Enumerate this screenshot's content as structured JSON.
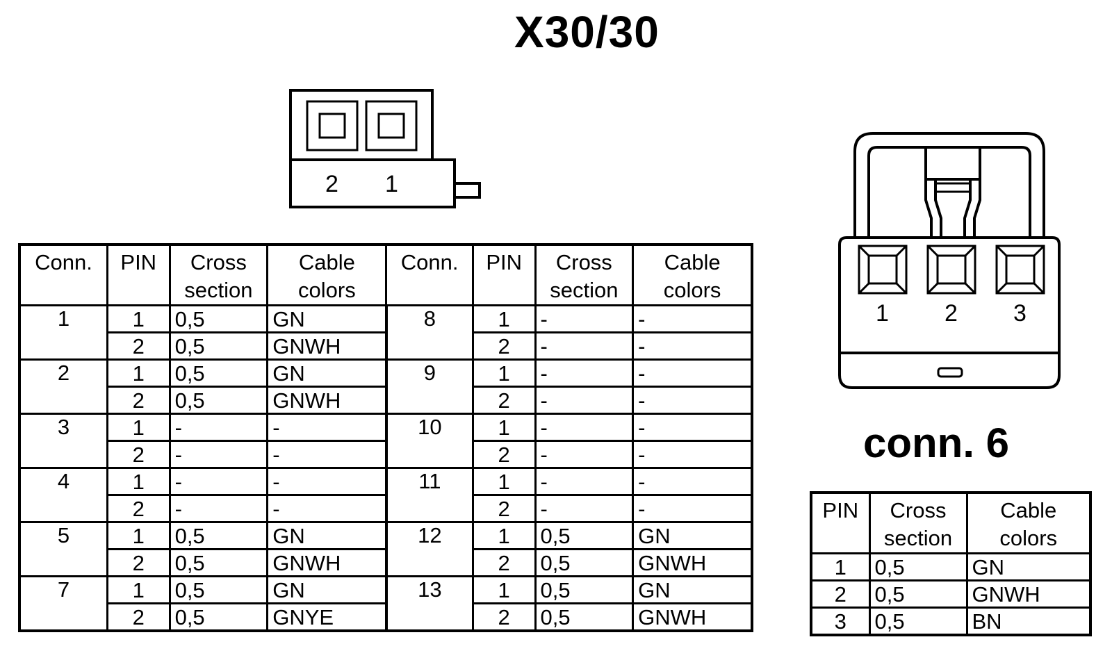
{
  "title": "X30/30",
  "connector_top": {
    "pin_labels": [
      "2",
      "1"
    ]
  },
  "connector_6": {
    "title": "conn. 6",
    "pin_labels": [
      "1",
      "2",
      "3"
    ]
  },
  "main_table": {
    "headers": [
      "Conn.",
      "PIN",
      "Cross section",
      "Cable colors",
      "Conn.",
      "PIN",
      "Cross section",
      "Cable colors"
    ],
    "groups": [
      {
        "left": {
          "conn": "1",
          "rows": [
            {
              "pin": "1",
              "cross": "0,5",
              "color": "GN"
            },
            {
              "pin": "2",
              "cross": "0,5",
              "color": "GNWH"
            }
          ]
        },
        "right": {
          "conn": "8",
          "rows": [
            {
              "pin": "1",
              "cross": "-",
              "color": "-"
            },
            {
              "pin": "2",
              "cross": "-",
              "color": "-"
            }
          ]
        }
      },
      {
        "left": {
          "conn": "2",
          "rows": [
            {
              "pin": "1",
              "cross": "0,5",
              "color": "GN"
            },
            {
              "pin": "2",
              "cross": "0,5",
              "color": "GNWH"
            }
          ]
        },
        "right": {
          "conn": "9",
          "rows": [
            {
              "pin": "1",
              "cross": "-",
              "color": "-"
            },
            {
              "pin": "2",
              "cross": "-",
              "color": "-"
            }
          ]
        }
      },
      {
        "left": {
          "conn": "3",
          "rows": [
            {
              "pin": "1",
              "cross": "-",
              "color": "-"
            },
            {
              "pin": "2",
              "cross": "-",
              "color": "-"
            }
          ]
        },
        "right": {
          "conn": "10",
          "rows": [
            {
              "pin": "1",
              "cross": "-",
              "color": "-"
            },
            {
              "pin": "2",
              "cross": "-",
              "color": "-"
            }
          ]
        }
      },
      {
        "left": {
          "conn": "4",
          "rows": [
            {
              "pin": "1",
              "cross": "-",
              "color": "-"
            },
            {
              "pin": "2",
              "cross": "-",
              "color": "-"
            }
          ]
        },
        "right": {
          "conn": "11",
          "rows": [
            {
              "pin": "1",
              "cross": "-",
              "color": "-"
            },
            {
              "pin": "2",
              "cross": "-",
              "color": "-"
            }
          ]
        }
      },
      {
        "left": {
          "conn": "5",
          "rows": [
            {
              "pin": "1",
              "cross": "0,5",
              "color": "GN"
            },
            {
              "pin": "2",
              "cross": "0,5",
              "color": "GNWH"
            }
          ]
        },
        "right": {
          "conn": "12",
          "rows": [
            {
              "pin": "1",
              "cross": "0,5",
              "color": "GN"
            },
            {
              "pin": "2",
              "cross": "0,5",
              "color": "GNWH"
            }
          ]
        }
      },
      {
        "left": {
          "conn": "7",
          "rows": [
            {
              "pin": "1",
              "cross": "0,5",
              "color": "GN"
            },
            {
              "pin": "2",
              "cross": "0,5",
              "color": "GNYE"
            }
          ]
        },
        "right": {
          "conn": "13",
          "rows": [
            {
              "pin": "1",
              "cross": "0,5",
              "color": "GN"
            },
            {
              "pin": "2",
              "cross": "0,5",
              "color": "GNWH"
            }
          ]
        }
      }
    ]
  },
  "conn6_table": {
    "headers": [
      "PIN",
      "Cross section",
      "Cable colors"
    ],
    "rows": [
      {
        "pin": "1",
        "cross": "0,5",
        "color": "GN"
      },
      {
        "pin": "2",
        "cross": "0,5",
        "color": "GNWH"
      },
      {
        "pin": "3",
        "cross": "0,5",
        "color": "BN"
      }
    ]
  }
}
